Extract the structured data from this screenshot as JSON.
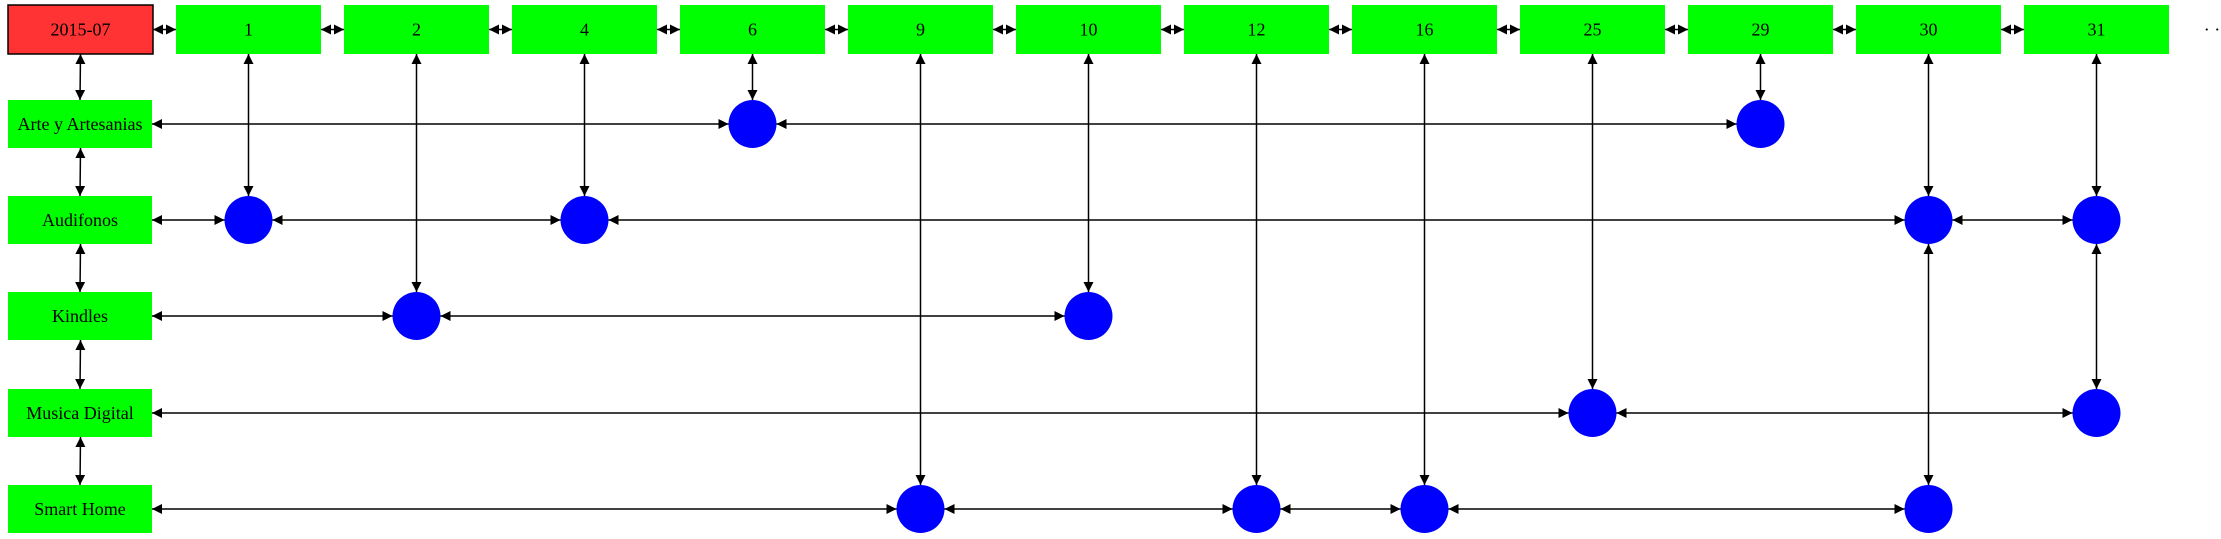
{
  "colors": {
    "root_fill": "#ff3333",
    "header_fill": "#00ff00",
    "node_fill": "#0000ff",
    "edge": "#000000",
    "background": "#ffffff"
  },
  "root": {
    "label": "2015-07"
  },
  "days": [
    "1",
    "2",
    "4",
    "6",
    "9",
    "10",
    "12",
    "16",
    "25",
    "29",
    "30",
    "31"
  ],
  "continuation": "· ·",
  "categories": [
    "Arte y Artesanias",
    "Audifonos",
    "Kindles",
    "Musica Digital",
    "Smart Home"
  ],
  "events": [
    {
      "category": "Arte y Artesanias",
      "days": [
        "6",
        "29"
      ]
    },
    {
      "category": "Audifonos",
      "days": [
        "1",
        "4",
        "30",
        "31"
      ]
    },
    {
      "category": "Kindles",
      "days": [
        "2",
        "10"
      ]
    },
    {
      "category": "Musica Digital",
      "days": [
        "25",
        "31"
      ]
    },
    {
      "category": "Smart Home",
      "days": [
        "9",
        "12",
        "16",
        "30"
      ]
    }
  ]
}
